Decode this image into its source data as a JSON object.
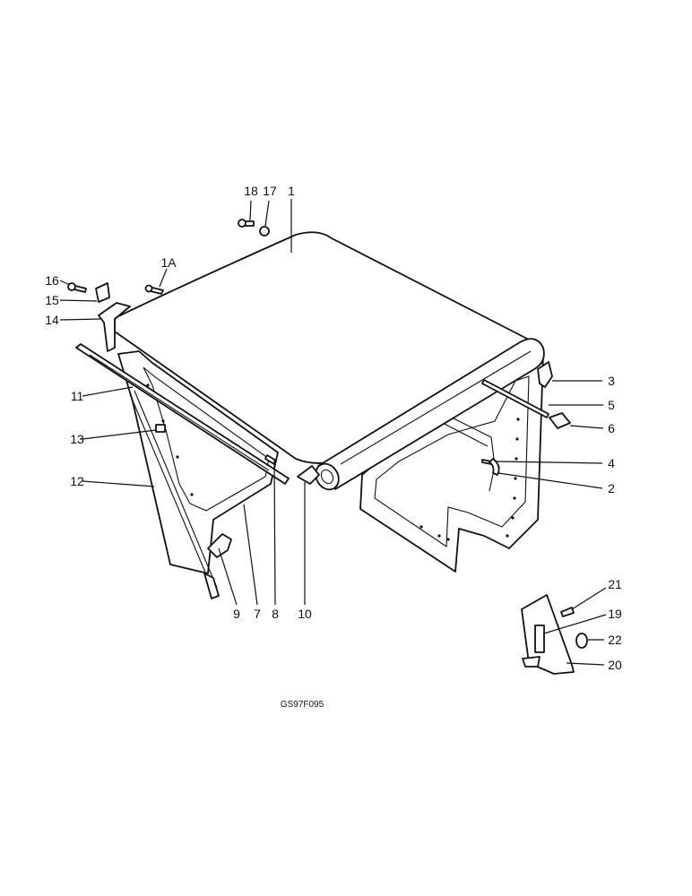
{
  "diagram": {
    "code": "GS97F095",
    "callouts": [
      {
        "id": "c18",
        "label": "18"
      },
      {
        "id": "c17",
        "label": "17"
      },
      {
        "id": "c1",
        "label": "1"
      },
      {
        "id": "c1A",
        "label": "1A"
      },
      {
        "id": "c16",
        "label": "16"
      },
      {
        "id": "c15",
        "label": "15"
      },
      {
        "id": "c14",
        "label": "14"
      },
      {
        "id": "c3",
        "label": "3"
      },
      {
        "id": "c5",
        "label": "5"
      },
      {
        "id": "c6",
        "label": "6"
      },
      {
        "id": "c11",
        "label": "11"
      },
      {
        "id": "c13",
        "label": "13"
      },
      {
        "id": "c4",
        "label": "4"
      },
      {
        "id": "c2",
        "label": "2"
      },
      {
        "id": "c12",
        "label": "12"
      },
      {
        "id": "c9",
        "label": "9"
      },
      {
        "id": "c7",
        "label": "7"
      },
      {
        "id": "c8",
        "label": "8"
      },
      {
        "id": "c10",
        "label": "10"
      },
      {
        "id": "c21",
        "label": "21"
      },
      {
        "id": "c19",
        "label": "19"
      },
      {
        "id": "c22",
        "label": "22"
      },
      {
        "id": "c20",
        "label": "20"
      }
    ]
  }
}
